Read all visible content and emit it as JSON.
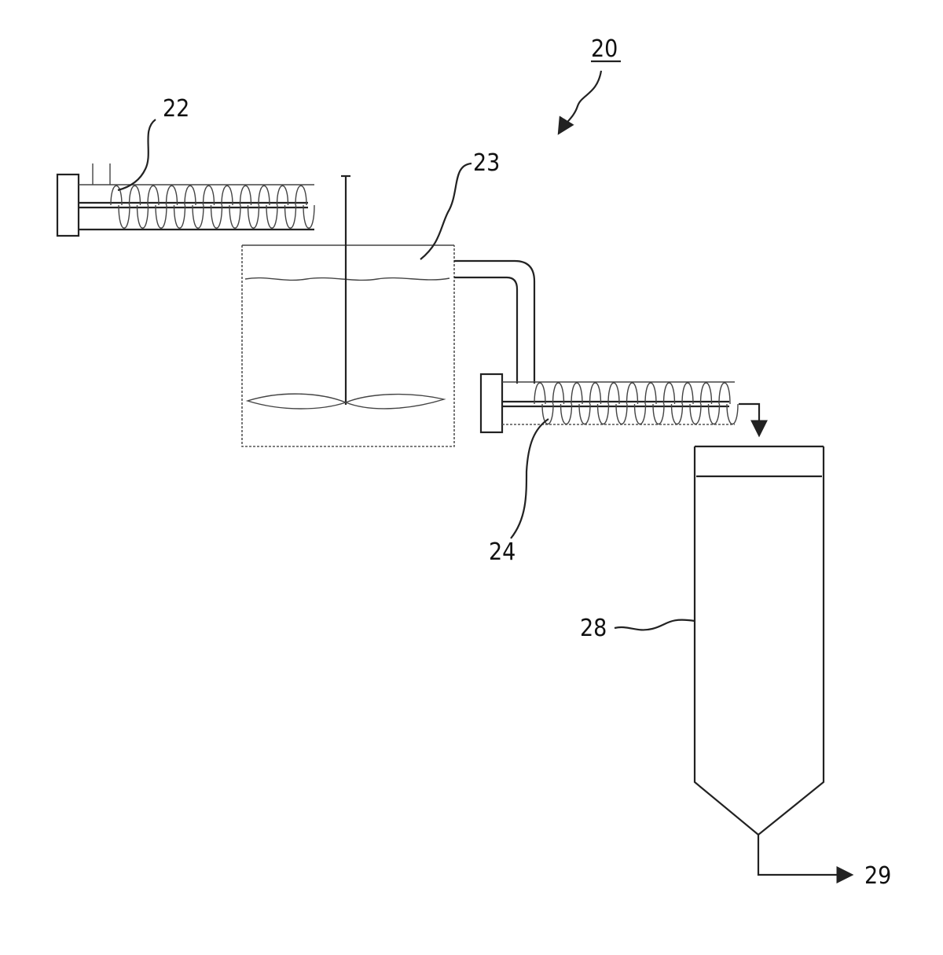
{
  "figure": {
    "labels": {
      "system": "20",
      "first_screw_conveyor": "22",
      "mixing_tank": "23",
      "second_screw_conveyor": "24",
      "vessel": "28",
      "outlet": "29"
    }
  }
}
